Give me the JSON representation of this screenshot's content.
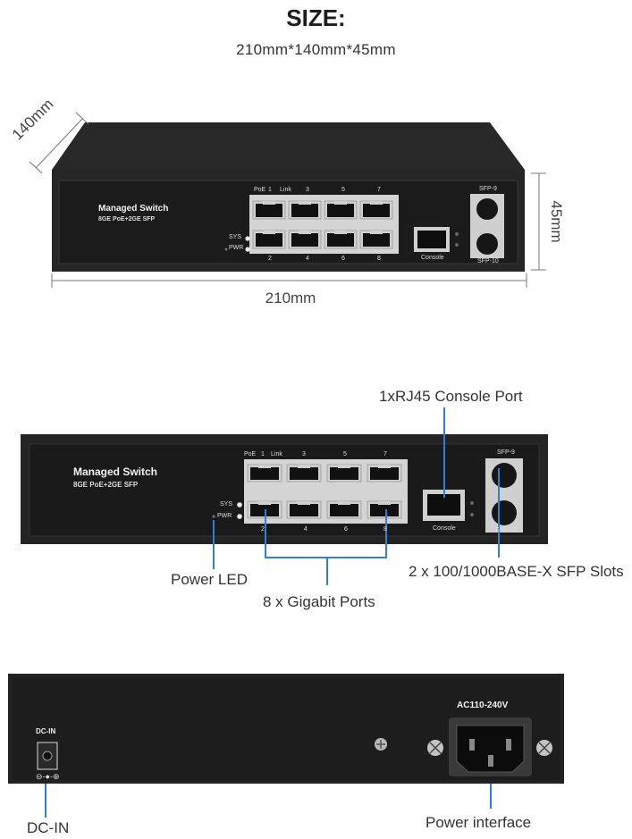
{
  "header": {
    "title": "SIZE:",
    "dimensions": "210mm*140mm*45mm"
  },
  "dimension_labels": {
    "depth": "140mm",
    "height": "45mm",
    "width": "210mm"
  },
  "panel": {
    "name": "Managed Switch",
    "model": "8GE PoE+2GE SFP",
    "led_poe": "PoE",
    "led_link": "Link",
    "sys_led": "SYS",
    "pwr_led": "PWR",
    "top_port_numbers": [
      "1",
      "3",
      "5",
      "7"
    ],
    "bottom_port_numbers": [
      "2",
      "4",
      "6",
      "8"
    ],
    "console_label": "Console",
    "sfp_top_label": "SFP-9",
    "sfp_bottom_label": "SFP-10"
  },
  "callouts": {
    "console_port": "1xRJ45  Console Port",
    "power_led": "Power LED",
    "gigabit_ports": "8 x Gigabit  Ports",
    "sfp_slots": "2 x 100/1000BASE-X SFP Slots"
  },
  "rear_panel": {
    "dc_in_label": "DC-IN",
    "ac_label": "AC110-240V",
    "dc_in_callout": "DC-IN",
    "power_callout": "Power interface"
  },
  "colors": {
    "chassis": "#2a2a2a",
    "faceplate": "#1c1c1c",
    "callout_line": "#2f7fd8",
    "port_metal": "#c9c9c9"
  }
}
